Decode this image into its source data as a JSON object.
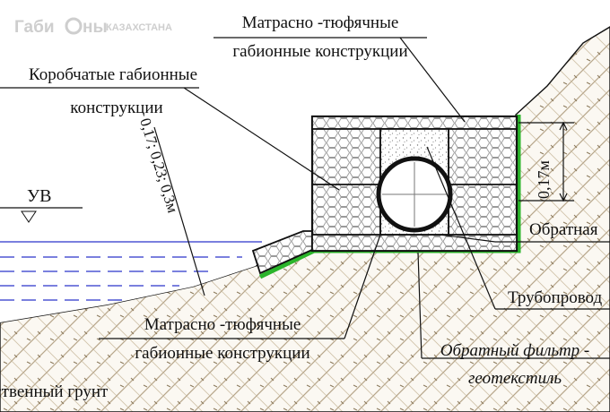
{
  "logo": {
    "brand_main": "Габи",
    "brand_tail": "ны",
    "brand_sub": "КАЗАХСТАНА"
  },
  "labels": {
    "top_mattress_line1": "Матрасно -тюфячные",
    "top_mattress_line2": "габионные конструкции",
    "box_gabion_line1": "Коробчатые габионные",
    "box_gabion_line2": "конструкции",
    "slope_thickness": "0,17; 0,23; 0,3м",
    "right_thickness": "0,17м",
    "water_level": "УВ",
    "reverse_filter_right": "Обратная",
    "pipeline": "Трубопровод",
    "bottom_mattress_line1": "Матрасно -тюфячные",
    "bottom_mattress_line2": "габионные конструкции",
    "reverse_filter_line1": "Обратный фильтр -",
    "reverse_filter_line2": "геотекстиль",
    "ground": "Естественный грунт"
  },
  "colors": {
    "geotextile": "#2bb52b",
    "water": "#2a35c9",
    "soil_hatch": "#b7a68a",
    "gabion_fill": "#9a9a9a",
    "line": "#111111",
    "logo": "#c9c9c9"
  }
}
